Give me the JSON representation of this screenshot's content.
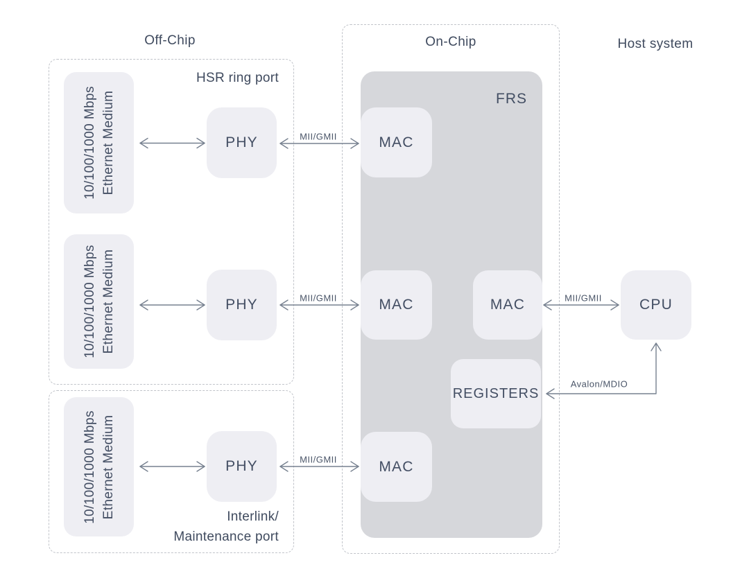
{
  "sections": {
    "off_chip_title": "Off-Chip",
    "on_chip_title": "On-Chip",
    "host_title": "Host system"
  },
  "off_chip": {
    "hsr_group_label": "HSR ring port",
    "interlink_group_label_line1": "Interlink/",
    "interlink_group_label_line2": "Maintenance port",
    "ethernet_medium": {
      "line1": "10/100/1000 Mbps",
      "line2": "Ethernet Medium"
    },
    "phy_label": "PHY"
  },
  "on_chip": {
    "frs_label": "FRS",
    "mac_label": "MAC",
    "registers_label": "REGISTERS"
  },
  "host": {
    "cpu_label": "CPU"
  },
  "links": {
    "mii_gmii_label": "MII/GMII",
    "avalon_label": "Avalon/MDIO"
  },
  "colors": {
    "background": "#ffffff",
    "block_fill_light": "#eeeef3",
    "frs_fill": "#d6d7db",
    "text": "#3f4a5e",
    "connector_line": "#76808f",
    "dashed_border": "#c0c3c9"
  }
}
